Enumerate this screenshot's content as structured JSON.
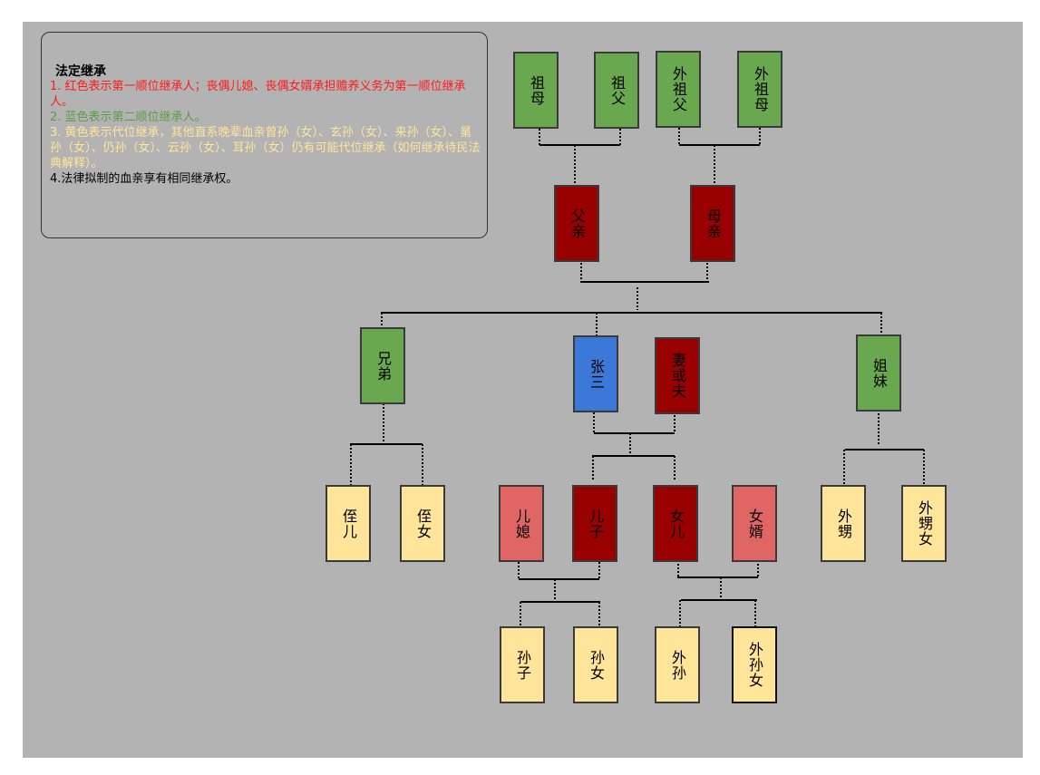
{
  "legend": {
    "title": "法定继承",
    "line1": "1. 红色表示第一顺位继承人；丧偶儿媳、丧偶女婿承担赡养义务为第一顺位继承人。",
    "line2": "2. 蓝色表示第二顺位继承人。",
    "line3": "3. 黄色表示代位继承，其他直系晚辈血亲曾孙（女）、玄孙（女）、来孙（女）、晜孙（女）、仍孙（女）、云孙（女）、耳孙（女）仍有可能代位继承（如何继承待民法典解释）。",
    "line4": "4.法律拟制的血亲享有相同继承权。"
  },
  "colors": {
    "green": "#6aa84f",
    "dark_red": "#990000",
    "blue": "#3c78d8",
    "pink": "#e06666",
    "yellow": "#ffe599",
    "canvas": "#b3b3b3"
  },
  "nodes": {
    "paternal_grandmother": "祖母",
    "paternal_grandfather": "祖父",
    "maternal_grandfather": "外祖父",
    "maternal_grandmother": "外祖母",
    "father": "父亲",
    "mother": "母亲",
    "brother": "兄弟",
    "self": "张三",
    "spouse": "妻或夫",
    "sister": "姐妹",
    "nephew": "侄儿",
    "niece": "侄女",
    "daughter_in_law": "儿媳",
    "son": "儿子",
    "daughter": "女儿",
    "son_in_law": "女婿",
    "sisters_son": "外甥",
    "sisters_daughter": "外甥女",
    "grandson": "孙子",
    "granddaughter": "孙女",
    "daughters_son": "外孙",
    "daughters_daughter": "外孙女"
  }
}
